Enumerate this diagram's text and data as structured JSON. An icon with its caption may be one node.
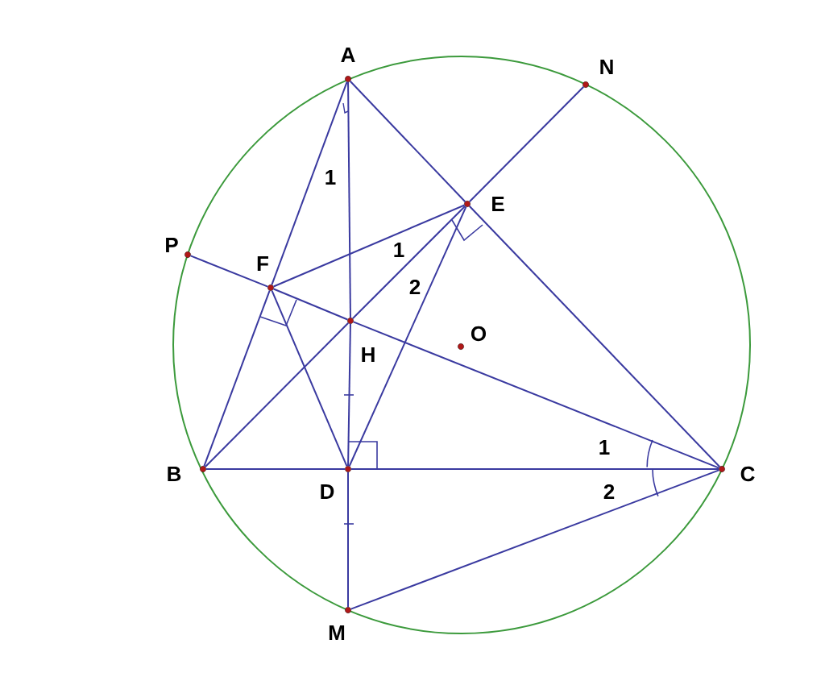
{
  "diagram": {
    "nodes": [
      {
        "text": [
          "A"
        ]
      },
      {
        "text": [
          "N"
        ]
      },
      {
        "text": [
          "E"
        ]
      },
      {
        "text": [
          "P"
        ]
      },
      {
        "text": [
          "F"
        ]
      },
      {
        "text": [
          "H"
        ]
      },
      {
        "text": [
          "O"
        ]
      },
      {
        "text": [
          "B"
        ]
      },
      {
        "text": [
          "D"
        ]
      },
      {
        "text": [
          "C"
        ]
      },
      {
        "text": [
          "M"
        ]
      }
    ],
    "edges": [
      {
        "from": 0,
        "to": 5,
        "arrow": "none"
      },
      {
        "from": 5,
        "to": 8,
        "arrow": "none"
      },
      {
        "from": 8,
        "to": 10,
        "arrow": "none"
      },
      {
        "from": 0,
        "to": 4,
        "arrow": "none"
      },
      {
        "from": 4,
        "to": 7,
        "arrow": "none"
      },
      {
        "from": 0,
        "to": 2,
        "arrow": "none"
      },
      {
        "from": 2,
        "to": 9,
        "arrow": "none"
      },
      {
        "from": 7,
        "to": 8,
        "arrow": "none"
      },
      {
        "from": 8,
        "to": 9,
        "arrow": "none"
      },
      {
        "from": 9,
        "to": 10,
        "arrow": "none"
      },
      {
        "from": 9,
        "to": 5,
        "arrow": "none"
      },
      {
        "from": 5,
        "to": 4,
        "arrow": "none"
      },
      {
        "from": 4,
        "to": 3,
        "arrow": "none"
      },
      {
        "from": 7,
        "to": 5,
        "arrow": "none"
      },
      {
        "from": 5,
        "to": 2,
        "arrow": "none"
      },
      {
        "from": 2,
        "to": 1,
        "arrow": "none"
      },
      {
        "from": 4,
        "to": 2,
        "arrow": "none"
      },
      {
        "from": 4,
        "to": 8,
        "arrow": "none"
      },
      {
        "from": 2,
        "to": 8,
        "arrow": "none"
      }
    ],
    "labels": [
      "1",
      "1",
      "2",
      "1",
      "2"
    ]
  }
}
